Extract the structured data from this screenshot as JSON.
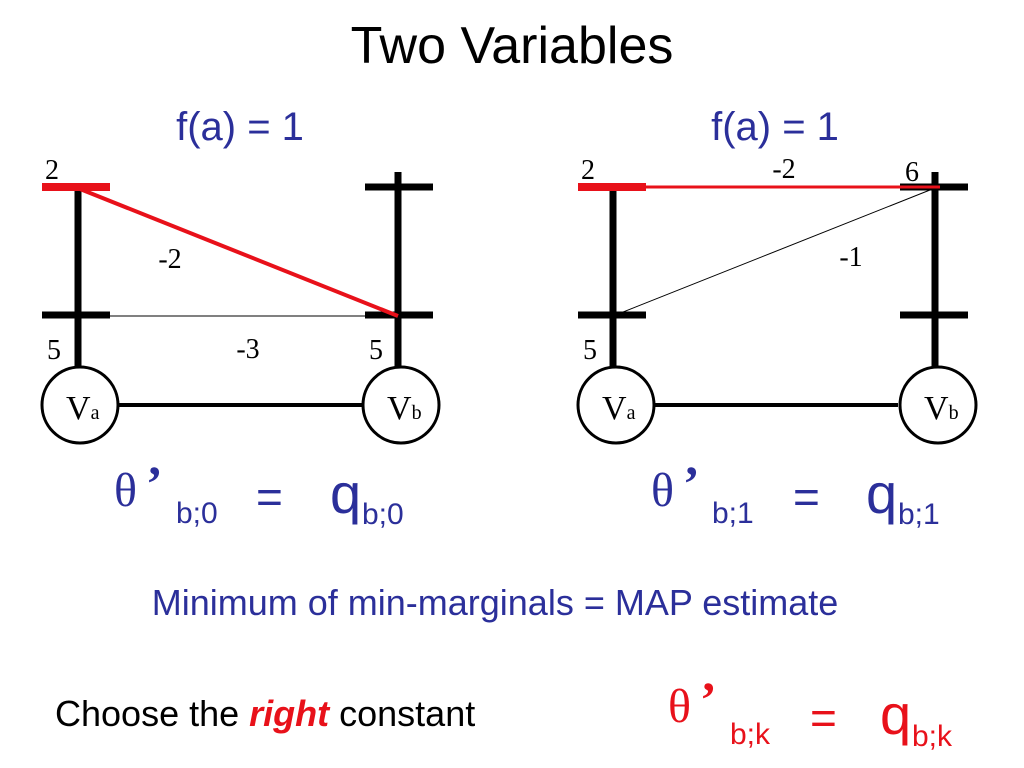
{
  "title": "Two Variables",
  "colors": {
    "text": "#000000",
    "blue": "#2B2F9A",
    "red": "#E8111A"
  },
  "left": {
    "heading": "f(a) = 1",
    "labels": {
      "a_top": "2",
      "a_bottom": "5",
      "b_bottom": "5"
    },
    "edges": {
      "diagonal": "-2",
      "horizontal": "-3"
    },
    "node_a": {
      "letter": "V",
      "sub": "a"
    },
    "node_b": {
      "letter": "V",
      "sub": "b"
    },
    "equation": {
      "theta": "θ",
      "prime": "’",
      "lhs_sub": "b;0",
      "eq": "=",
      "rhs": "q",
      "rhs_sub": "b;0"
    }
  },
  "right": {
    "heading": "f(a) = 1",
    "labels": {
      "a_top": "2",
      "a_bottom": "5",
      "b_top": "6"
    },
    "edges": {
      "top": "-2",
      "diagonal": "-1"
    },
    "node_a": {
      "letter": "V",
      "sub": "a"
    },
    "node_b": {
      "letter": "V",
      "sub": "b"
    },
    "equation": {
      "theta": "θ",
      "prime": "’",
      "lhs_sub": "b;1",
      "eq": "=",
      "rhs": "q",
      "rhs_sub": "b;1"
    }
  },
  "summary": "Minimum of min-marginals = MAP estimate",
  "choose": {
    "before": "Choose the ",
    "emph": "right",
    "after": " constant"
  },
  "bottom_equation": {
    "theta": "θ",
    "prime": "’",
    "lhs_sub": "b;k",
    "eq": "=",
    "rhs": "q",
    "rhs_sub": "b;k"
  }
}
